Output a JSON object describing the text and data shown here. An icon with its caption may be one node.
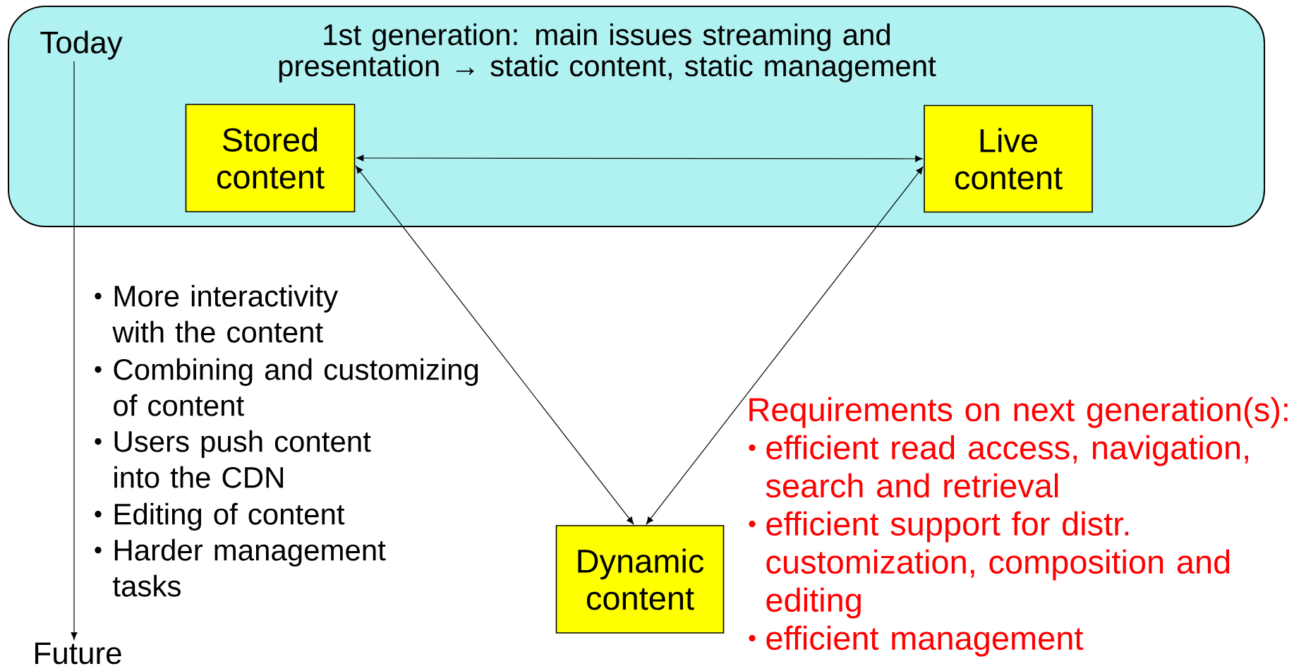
{
  "diagram": {
    "nodes": [
      {
        "text": [
          "1st generation: main issues streaming and presentation → static content, static management"
        ]
      },
      {
        "text": [
          "Stored content"
        ],
        "in": 0
      },
      {
        "text": [
          "Live content"
        ],
        "in": 0
      },
      {
        "text": [
          "Dynamic content"
        ]
      },
      {
        "text": [
          "Today"
        ],
        "in": 0
      },
      {
        "text": [
          "Future"
        ]
      }
    ],
    "edges": [
      {
        "from": 1,
        "to": 2,
        "arrow": "both"
      },
      {
        "from": 1,
        "to": 3,
        "arrow": "both"
      },
      {
        "from": 2,
        "to": 3,
        "arrow": "both"
      },
      {
        "from": 4,
        "to": 5,
        "arrow": "to"
      }
    ],
    "labels": [
      "More interactivity with the content",
      "Combining and customizing of content",
      "Users push content into the CDN",
      "Editing of content",
      "Harder management tasks",
      "Requirements on next generation(s):",
      "efficient read access, navigation, search and retrieval",
      "efficient support for distr. customization, composition and editing",
      "efficient management"
    ]
  }
}
